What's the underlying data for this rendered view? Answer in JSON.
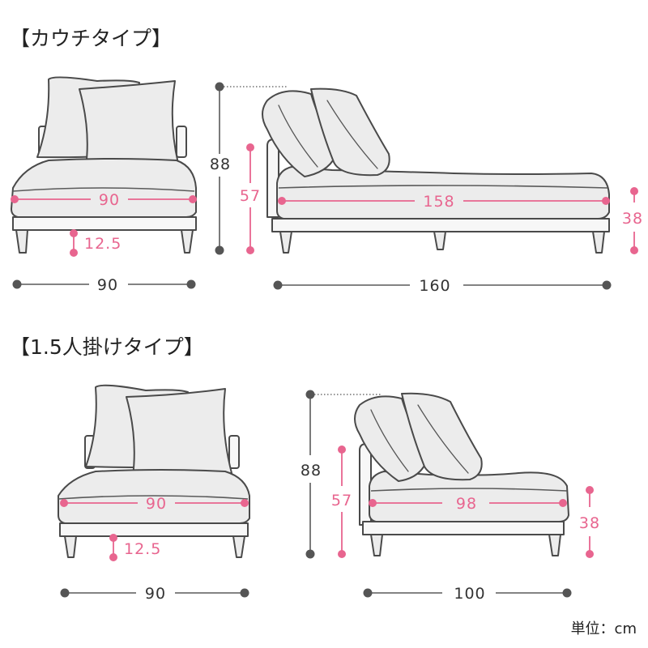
{
  "sections": [
    {
      "title": "【カウチタイプ】",
      "front": {
        "seat_width": "90",
        "seat_thickness": "12.5",
        "overall_width": "90"
      },
      "side": {
        "overall_height": "88",
        "seat_height": "57",
        "seat_depth": "158",
        "leg_height": "38",
        "overall_depth": "160"
      }
    },
    {
      "title": "【1.5人掛けタイプ】",
      "front": {
        "seat_width": "90",
        "seat_thickness": "12.5",
        "overall_width": "90"
      },
      "side": {
        "overall_height": "88",
        "seat_height": "57",
        "seat_depth": "98",
        "leg_height": "38",
        "overall_depth": "100"
      }
    }
  ],
  "unit_label": "単位：cm",
  "colors": {
    "dimension_gray": "#555555",
    "dimension_pink": "#e8658f",
    "outline": "#4a4a4a",
    "fill": "#ececec"
  }
}
